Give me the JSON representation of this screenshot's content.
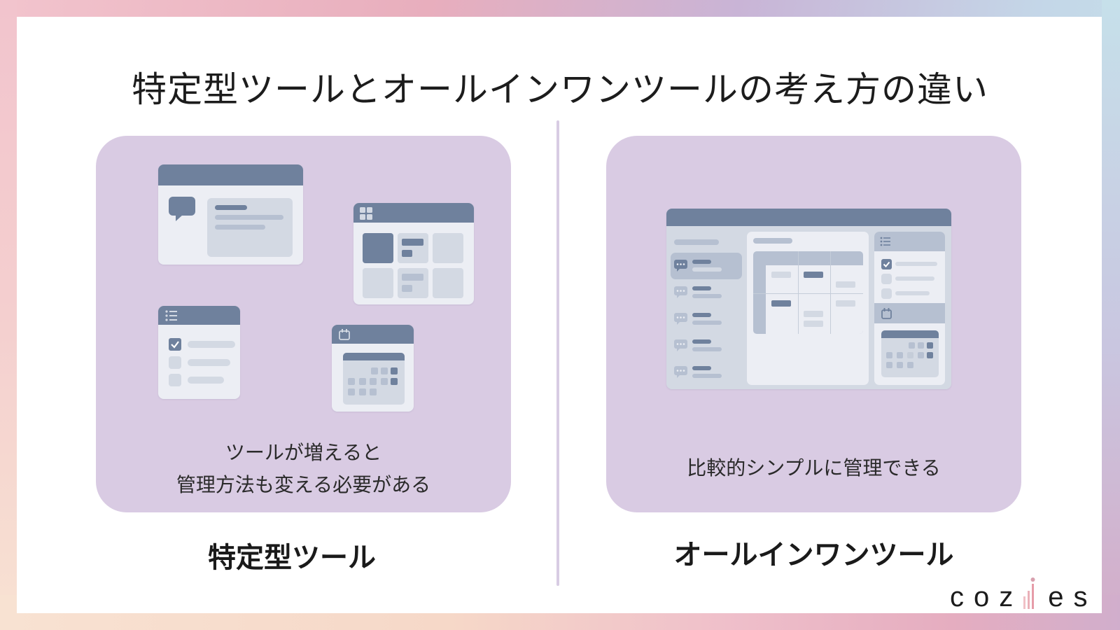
{
  "title": "特定型ツールとオールインワンツールの考え方の違い",
  "left": {
    "caption_line1": "ツールが増えると",
    "caption_line2": "管理方法も変える必要がある",
    "label": "特定型ツール",
    "illustrations": [
      "chat-window",
      "dashboard-window",
      "checklist-window",
      "calendar-window"
    ]
  },
  "right": {
    "caption": "比較的シンプルに管理できる",
    "label": "オールインワンツール",
    "illustrations": [
      "all-in-one-window"
    ]
  },
  "logo": {
    "text_before": "coz",
    "text_after": "es",
    "accent_color": "#e8a9b4"
  },
  "colors": {
    "panel": "#d9cbe3",
    "window_bar": "#6f819d",
    "window_body": "#eceef4",
    "divider": "#d8cce3"
  }
}
